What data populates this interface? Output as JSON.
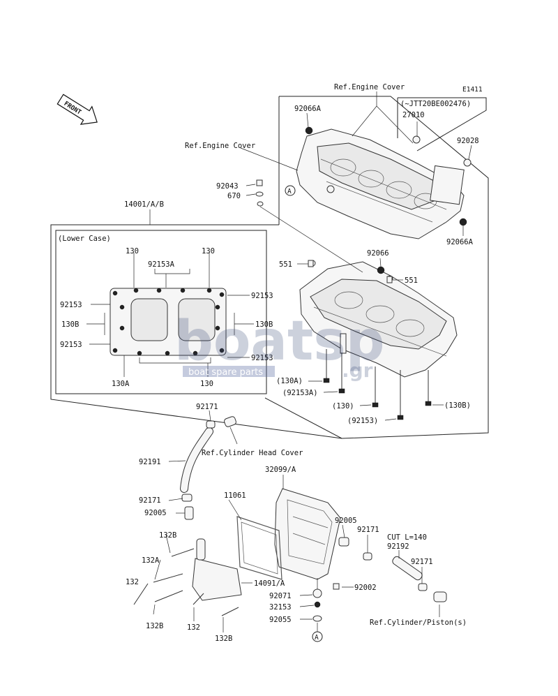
{
  "diagram_code": "E1411",
  "front_label": "FRONT",
  "lower_case_label": "(Lower Case)",
  "labels": {
    "ref_engine_cover_top": "Ref.Engine Cover",
    "ref_engine_cover_left": "Ref.Engine Cover",
    "serial_note": "(~JTT20BE002476)",
    "p27010": "27010",
    "p92066A_top": "92066A",
    "p92028": "92028",
    "p92043": "92043",
    "p670": "670",
    "p92066A_right": "92066A",
    "p14001": "14001/A/B",
    "p92066": "92066",
    "p551_left": "551",
    "p551_right": "551",
    "in_130_left": "130",
    "in_130_right": "130",
    "in_92153A": "92153A",
    "in_92153_tl": "92153",
    "in_92153_tr": "92153",
    "in_130B_left": "130B",
    "in_130B_right": "130B",
    "in_92153_bl": "92153",
    "in_92153_br": "92153",
    "in_130A": "130A",
    "in_130_bottom": "130",
    "b_130A": "(130A)",
    "b_92153A": "(92153A)",
    "b_130": "(130)",
    "b_130B": "(130B)",
    "b_92153": "(92153)",
    "p92171_top": "92171",
    "ref_cyl_head_cover": "Ref.Cylinder Head Cover",
    "p92191": "92191",
    "p32099": "32099/A",
    "p11061": "11061",
    "p92171_mid": "92171",
    "p92005_left": "92005",
    "p92005_right": "92005",
    "p92171_right": "92171",
    "cut_note": "CUT L=140",
    "p92192": "92192",
    "p92171_far": "92171",
    "p132B_top": "132B",
    "p132A": "132A",
    "p132_left": "132",
    "p14091": "14091/A",
    "p92002": "92002",
    "p92071": "92071",
    "p32153": "32153",
    "p92055": "92055",
    "p132B_bl": "132B",
    "p132_bottom": "132",
    "p132B_br": "132B",
    "ref_cyl_piston": "Ref.Cylinder/Piston(s)",
    "ref_A_top": "A",
    "ref_A_bottom": "A"
  },
  "watermark": {
    "main": "boatsp",
    "suffix": ".gr",
    "sub": "boat spare parts"
  }
}
